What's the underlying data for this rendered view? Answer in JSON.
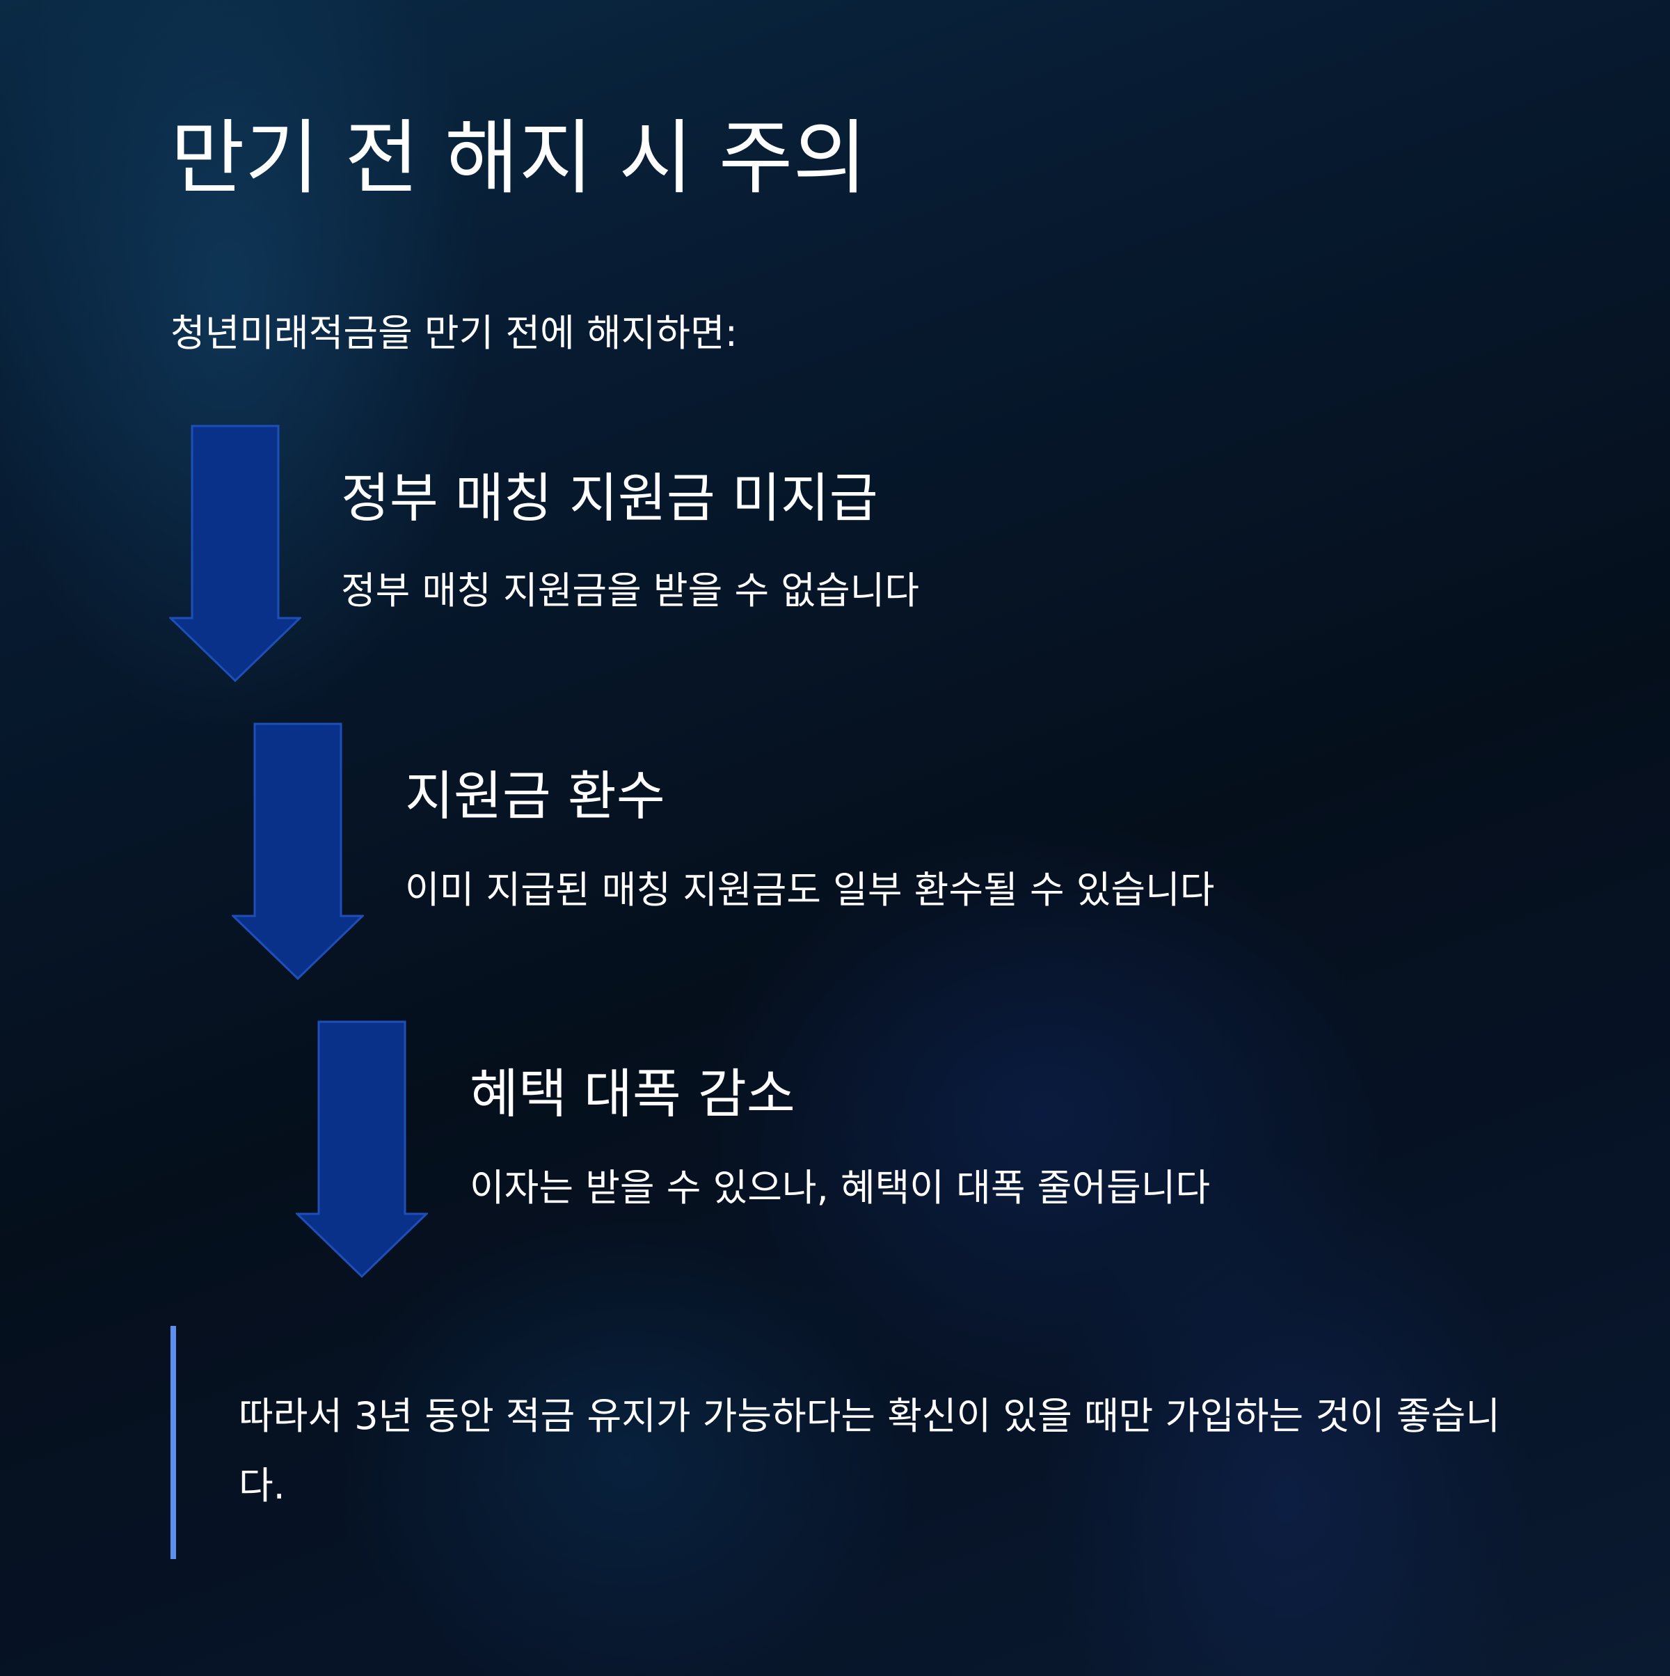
{
  "title": "만기 전 해지 시 주의",
  "intro": "청년미래적금을 만기 전에 해지하면:",
  "steps": [
    {
      "title": "정부 매칭 지원금 미지급",
      "description": "정부 매칭 지원금을 받을 수 없습니다"
    },
    {
      "title": "지원금 환수",
      "description": "이미 지급된 매칭 지원금도 일부 환수될 수 있습니다"
    },
    {
      "title": "혜택 대폭 감소",
      "description": "이자는 받을 수 있으나, 혜택이 대폭 줄어듭니다"
    }
  ],
  "conclusion": "따라서 3년 동안 적금 유지가 가능하다는 확신이 있을 때만 가입하는 것이 좋습니다.",
  "colors": {
    "arrow_fill": "#0a318a",
    "arrow_stroke": "#1e4fb8",
    "accent_bar": "#5b8ff0"
  }
}
